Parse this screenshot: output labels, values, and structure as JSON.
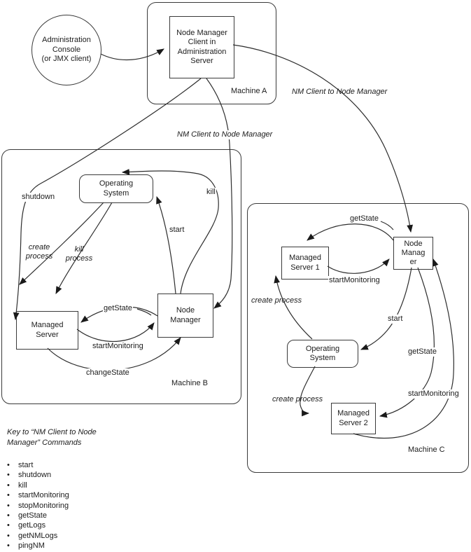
{
  "nodes": {
    "admin_console": "Administration\nConsole\n(or JMX client)",
    "nm_client": "Node Manager\nClient in\nAdministration\nServer",
    "machine_a": "Machine A",
    "machine_b": "Machine B",
    "machine_c": "Machine C",
    "os_b": "Operating\nSystem",
    "managed_server_b": "Managed\nServer",
    "node_manager_b": "Node\nManager",
    "managed_server_1": "Managed\nServer 1",
    "node_manager_c": "Node\nManag\ner",
    "os_c": "Operating\nSystem",
    "managed_server_2": "Managed\nServer 2"
  },
  "edges": {
    "nm_client_to_node_manager_left": "NM Client to Node Manager",
    "nm_client_to_node_manager_right": "NM Client to Node Manager",
    "shutdown": "shutdown",
    "kill": "kill",
    "start_b": "start",
    "create_process_b": "create\nprocess",
    "kill_process_b": "kill\nprocess",
    "get_state_b": "getState",
    "start_monitoring_b": "startMonitoring",
    "change_state_b": "changeState",
    "get_state_c_top": "getState",
    "start_monitoring_c_left": "startMonitoring",
    "create_process_c_upper": "create process",
    "start_c": "start",
    "get_state_c_right": "getState",
    "start_monitoring_c_right": "startMonitoring",
    "create_process_c_lower": "create process"
  },
  "key": {
    "heading": "Key to “NM Client to Node\nManager” Commands",
    "bullet": "•",
    "commands": [
      "start",
      "shutdown",
      "kill",
      "startMonitoring",
      "stopMonitoring",
      "getState",
      "getLogs",
      "getNMLogs",
      "pingNM"
    ]
  }
}
